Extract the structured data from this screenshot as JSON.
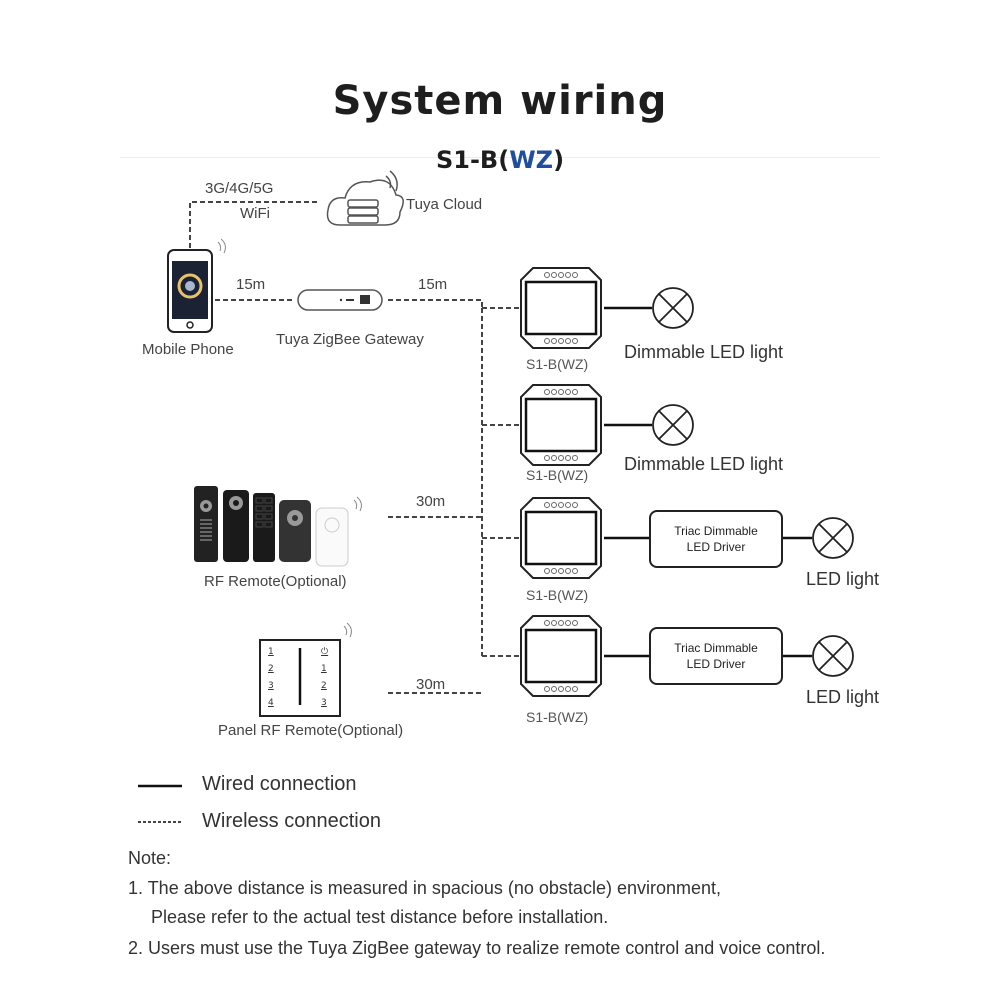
{
  "header": {
    "title": "System wiring",
    "subtitle_prefix": "S1-B(",
    "subtitle_accent": "WZ",
    "subtitle_suffix": ")",
    "accent_color": "#1f4e9c"
  },
  "nodes": {
    "cloud": {
      "label": "Tuya Cloud",
      "icon": "cloud-server-icon"
    },
    "phone": {
      "label": "Mobile Phone",
      "icon": "smartphone-icon"
    },
    "gateway": {
      "label": "Tuya ZigBee Gateway",
      "icon": "gateway-icon"
    },
    "rf_remote": {
      "label": "RF Remote(Optional)",
      "icon": "rf-remote-icon"
    },
    "panel_remote": {
      "label": "Panel RF Remote(Optional)",
      "icon": "panel-remote-icon",
      "left_keys": [
        "1",
        "2",
        "3",
        "4"
      ],
      "right_keys": [
        "⏻",
        "1",
        "2",
        "3"
      ]
    }
  },
  "links": {
    "phone_cloud_top": "3G/4G/5G",
    "phone_cloud_bottom": "WiFi",
    "phone_gateway": "15m",
    "gateway_dimmers": "15m",
    "rf_remote_dimmers": "30m",
    "panel_remote_dimmers": "30m"
  },
  "dimmers": [
    {
      "label": "S1-B(WZ)",
      "load": "Dimmable LED light",
      "driver": null
    },
    {
      "label": "S1-B(WZ)",
      "load": "Dimmable LED light",
      "driver": null
    },
    {
      "label": "S1-B(WZ)",
      "load": "LED light",
      "driver_line1": "Triac Dimmable",
      "driver_line2": "LED Driver"
    },
    {
      "label": "S1-B(WZ)",
      "load": "LED light",
      "driver_line1": "Triac Dimmable",
      "driver_line2": "LED Driver"
    }
  ],
  "legend": {
    "wired": "Wired connection",
    "wireless": "Wireless connection"
  },
  "notes": {
    "heading": "Note:",
    "item1_line1": "1. The above distance is measured in spacious (no obstacle) environment,",
    "item1_line2": "Please refer to the actual test distance before installation.",
    "item2": "2. Users must use the Tuya ZigBee gateway to realize remote control and voice control."
  }
}
